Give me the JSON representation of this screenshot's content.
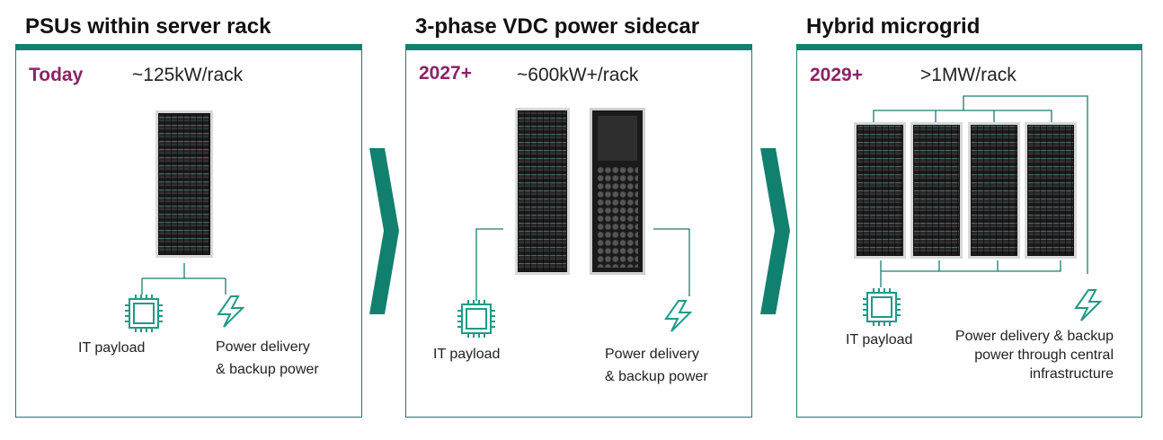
{
  "colors": {
    "accent": "#12806f",
    "era": "#8b2366"
  },
  "panels": [
    {
      "title": "PSUs within server rack",
      "era": "Today",
      "power": "~125kW/rack",
      "it_label": "IT payload",
      "power_label": [
        "Power delivery",
        "& backup power"
      ]
    },
    {
      "title": "3-phase VDC power sidecar",
      "era": "2027+",
      "power": "~600kW+/rack",
      "it_label": "IT payload",
      "power_label": [
        "Power delivery",
        "& backup power"
      ]
    },
    {
      "title": "Hybrid microgrid",
      "era": "2029+",
      "power": ">1MW/rack",
      "it_label": "IT payload",
      "power_label": [
        "Power delivery & backup",
        "power through central",
        "infrastructure"
      ]
    }
  ],
  "icons": {
    "chip": "cpu-chip-icon",
    "bolt": "lightning-bolt-icon",
    "arrow": "chevron-right-icon"
  }
}
